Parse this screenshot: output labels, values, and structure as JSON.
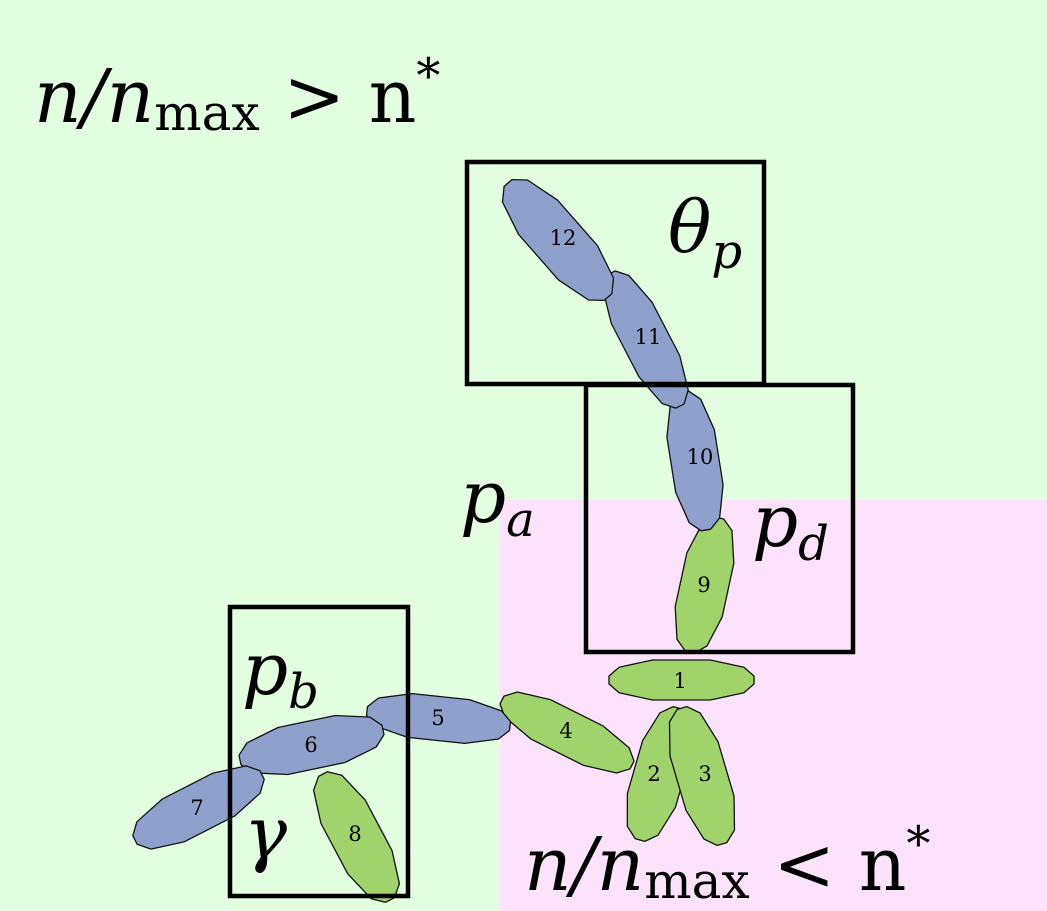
{
  "regions": {
    "high": {
      "label_main": "n/n",
      "label_sub": "max",
      "label_rel": " > n",
      "label_sup": "*",
      "color": "#e2fde0"
    },
    "low": {
      "label_main": "n/n",
      "label_sub": "max",
      "label_rel": " < n",
      "label_sup": "*",
      "color": "#fde2fb"
    }
  },
  "params": {
    "theta_p": {
      "main": "θ",
      "sub": "p"
    },
    "p_a": {
      "main": "p",
      "sub": "a"
    },
    "p_d": {
      "main": "p",
      "sub": "d"
    },
    "p_b": {
      "main": "p",
      "sub": "b"
    },
    "gamma": {
      "main": "γ"
    }
  },
  "colors": {
    "blue": "#8fa0cc",
    "green": "#a0d36c"
  },
  "segments": [
    {
      "id": "1",
      "color": "green"
    },
    {
      "id": "2",
      "color": "green"
    },
    {
      "id": "3",
      "color": "green"
    },
    {
      "id": "4",
      "color": "green"
    },
    {
      "id": "5",
      "color": "blue"
    },
    {
      "id": "6",
      "color": "blue"
    },
    {
      "id": "7",
      "color": "blue"
    },
    {
      "id": "8",
      "color": "green"
    },
    {
      "id": "9",
      "color": "green"
    },
    {
      "id": "10",
      "color": "blue"
    },
    {
      "id": "11",
      "color": "blue"
    },
    {
      "id": "12",
      "color": "blue"
    }
  ]
}
